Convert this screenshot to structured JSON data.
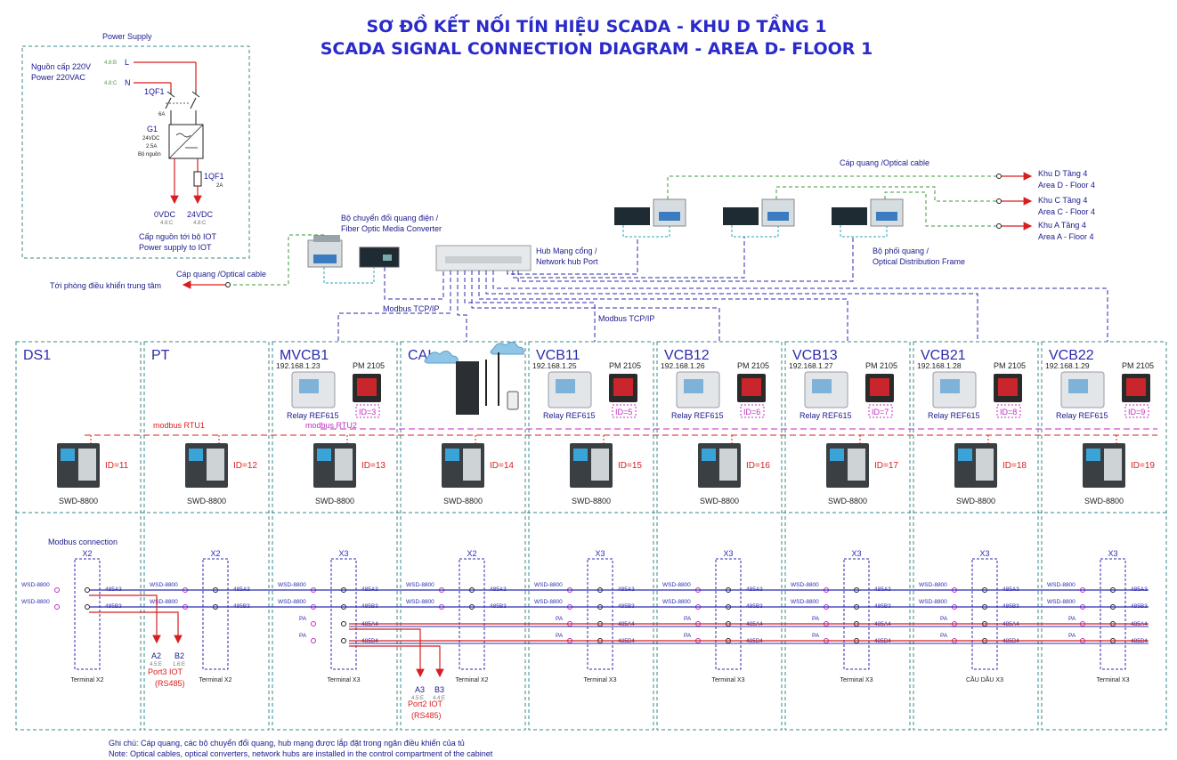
{
  "title": {
    "line1": "SƠ ĐỒ KẾT NỐI TÍN HIỆU SCADA - KHU D TẦNG 1",
    "line2": "SCADA SIGNAL CONNECTION DIAGRAM - AREA D- FLOOR 1"
  },
  "power_supply": {
    "heading": "Power Supply",
    "source_vn": "Nguồn cấp 220V",
    "source_en": "Power 220VAC",
    "l_ref": "4.8:B",
    "l_label": "L",
    "n_ref": "4.8:C",
    "n_label": "N",
    "breaker1": "1QF1",
    "breaker1_rating": "6A",
    "psu_name": "G1",
    "psu_spec1": "24VDC",
    "psu_spec2": "2.5A",
    "psu_spec3": "Bộ nguồn",
    "breaker2": "1QF1",
    "breaker2_rating": "2A",
    "out0": "0VDC",
    "out0_ref": "4.8:C",
    "out24": "24VDC",
    "out24_ref": "4.8:C",
    "iot_vn": "Cấp nguồn tới bộ IOT",
    "iot_en": "Power supply to IOT"
  },
  "network": {
    "media_converter_vn": "Bộ chuyển đổi quang điện /",
    "media_converter_en": "Fiber Optic Media Converter",
    "hub_vn": "Hub Mạng cổng /",
    "hub_en": "Network hub Port",
    "odf_vn": "Bộ phối quang /",
    "odf_en": "Optical Distribution Frame",
    "optical_cable_top": "Cáp quang /Optical cable",
    "optical_cable_left": "Cáp quang /Optical cable",
    "to_control_room": "Tới phòng điều khiển trung tâm",
    "modbus_tcp_1": "Modbus TCP/IP",
    "modbus_tcp_2": "Modbus TCP/IP",
    "modbus_rtu1": "modbus RTU1",
    "modbus_rtu2": "modbus RTU2",
    "destinations": [
      {
        "vn": "Khu D Tầng 4",
        "en": "Area D - Floor 4"
      },
      {
        "vn": "Khu C Tầng 4",
        "en": "Area C - Floor 4"
      },
      {
        "vn": "Khu A Tầng 4",
        "en": "Area A - Floor 4"
      }
    ]
  },
  "panels": [
    {
      "name": "DS1",
      "ip": "",
      "has_relay": false,
      "relay": "",
      "pm": "",
      "pm_id": "",
      "swd_id": "ID=11",
      "swd": "SWD-8800",
      "terminal": "X2",
      "terminal_label": "Terminal X2"
    },
    {
      "name": "PT",
      "ip": "",
      "has_relay": false,
      "relay": "",
      "pm": "",
      "pm_id": "",
      "swd_id": "ID=12",
      "swd": "SWD-8800",
      "terminal": "X2",
      "terminal_label": "Terminal X2"
    },
    {
      "name": "MVCB1",
      "ip": "192.168.1.23",
      "has_relay": true,
      "relay": "Relay REF615",
      "pm": "PM 2105",
      "pm_id": "ID=3",
      "swd_id": "ID=13",
      "swd": "SWD-8800",
      "terminal": "X3",
      "terminal_label": "Terminal X3"
    },
    {
      "name": "CAI",
      "ip": "",
      "has_relay": false,
      "relay": "",
      "pm": "",
      "pm_id": "",
      "swd_id": "ID=14",
      "swd": "SWD-8800",
      "terminal": "X2",
      "terminal_label": "Terminal X2"
    },
    {
      "name": "VCB11",
      "ip": "192.168.1.25",
      "has_relay": true,
      "relay": "Relay REF615",
      "pm": "PM 2105",
      "pm_id": "ID=5",
      "swd_id": "ID=15",
      "swd": "SWD-8800",
      "terminal": "X3",
      "terminal_label": "Terminal X3"
    },
    {
      "name": "VCB12",
      "ip": "192.168.1.26",
      "has_relay": true,
      "relay": "Relay REF615",
      "pm": "PM 2105",
      "pm_id": "ID=6",
      "swd_id": "ID=16",
      "swd": "SWD-8800",
      "terminal": "X3",
      "terminal_label": "Terminal X3"
    },
    {
      "name": "VCB13",
      "ip": "192.168.1.27",
      "has_relay": true,
      "relay": "Relay REF615",
      "pm": "PM 2105",
      "pm_id": "ID=7",
      "swd_id": "ID=17",
      "swd": "SWD-8800",
      "terminal": "X3",
      "terminal_label": "Terminal X3"
    },
    {
      "name": "VCB21",
      "ip": "192.168.1.28",
      "has_relay": true,
      "relay": "Relay REF615",
      "pm": "PM 2105",
      "pm_id": "ID=8",
      "swd_id": "ID=18",
      "swd": "SWD-8800",
      "terminal": "X3",
      "terminal_label": "CẦU DẦU X3"
    },
    {
      "name": "VCB22",
      "ip": "192.168.1.29",
      "has_relay": true,
      "relay": "Relay REF615",
      "pm": "PM 2105",
      "pm_id": "ID=9",
      "swd_id": "ID=19",
      "swd": "SWD-8800",
      "terminal": "X3",
      "terminal_label": "Terminal X3"
    }
  ],
  "terminal_rows": {
    "wsd1": "WSD-8800",
    "wsd2": "WSD-8800",
    "pa": "PA",
    "a3": "485A3",
    "b3": "485B3",
    "a4": "485A4",
    "b4": "485B4"
  },
  "modbus_connection": "Modbus connection",
  "ports": {
    "port3_a": "A2",
    "port3_a_ref": "4.5:E",
    "port3_b": "B2",
    "port3_b_ref": "1.6:E",
    "port3_name": "Port3 IOT",
    "port3_proto": "(RS485)",
    "port2_a": "A3",
    "port2_a_ref": "4.5:E",
    "port2_b": "B3",
    "port2_b_ref": "4.4:E",
    "port2_name": "Port2 IOT",
    "port2_proto": "(RS485)"
  },
  "notes": {
    "vn": "Ghi chú: Cáp quang, các bộ chuyển đổi quang, hub mạng được lắp đặt trong ngăn điều khiển của tủ",
    "en": "Note: Optical cables, optical converters, network hubs are installed in the control compartment of the cabinet"
  },
  "colors": {
    "title": "#2a2acb",
    "wire_blue": "#2b2bb0",
    "wire_red": "#d81e1e",
    "modbus_magenta": "#c42ac4",
    "optical_green": "#3f9a3f",
    "panel_border": "#3a8a8a"
  }
}
